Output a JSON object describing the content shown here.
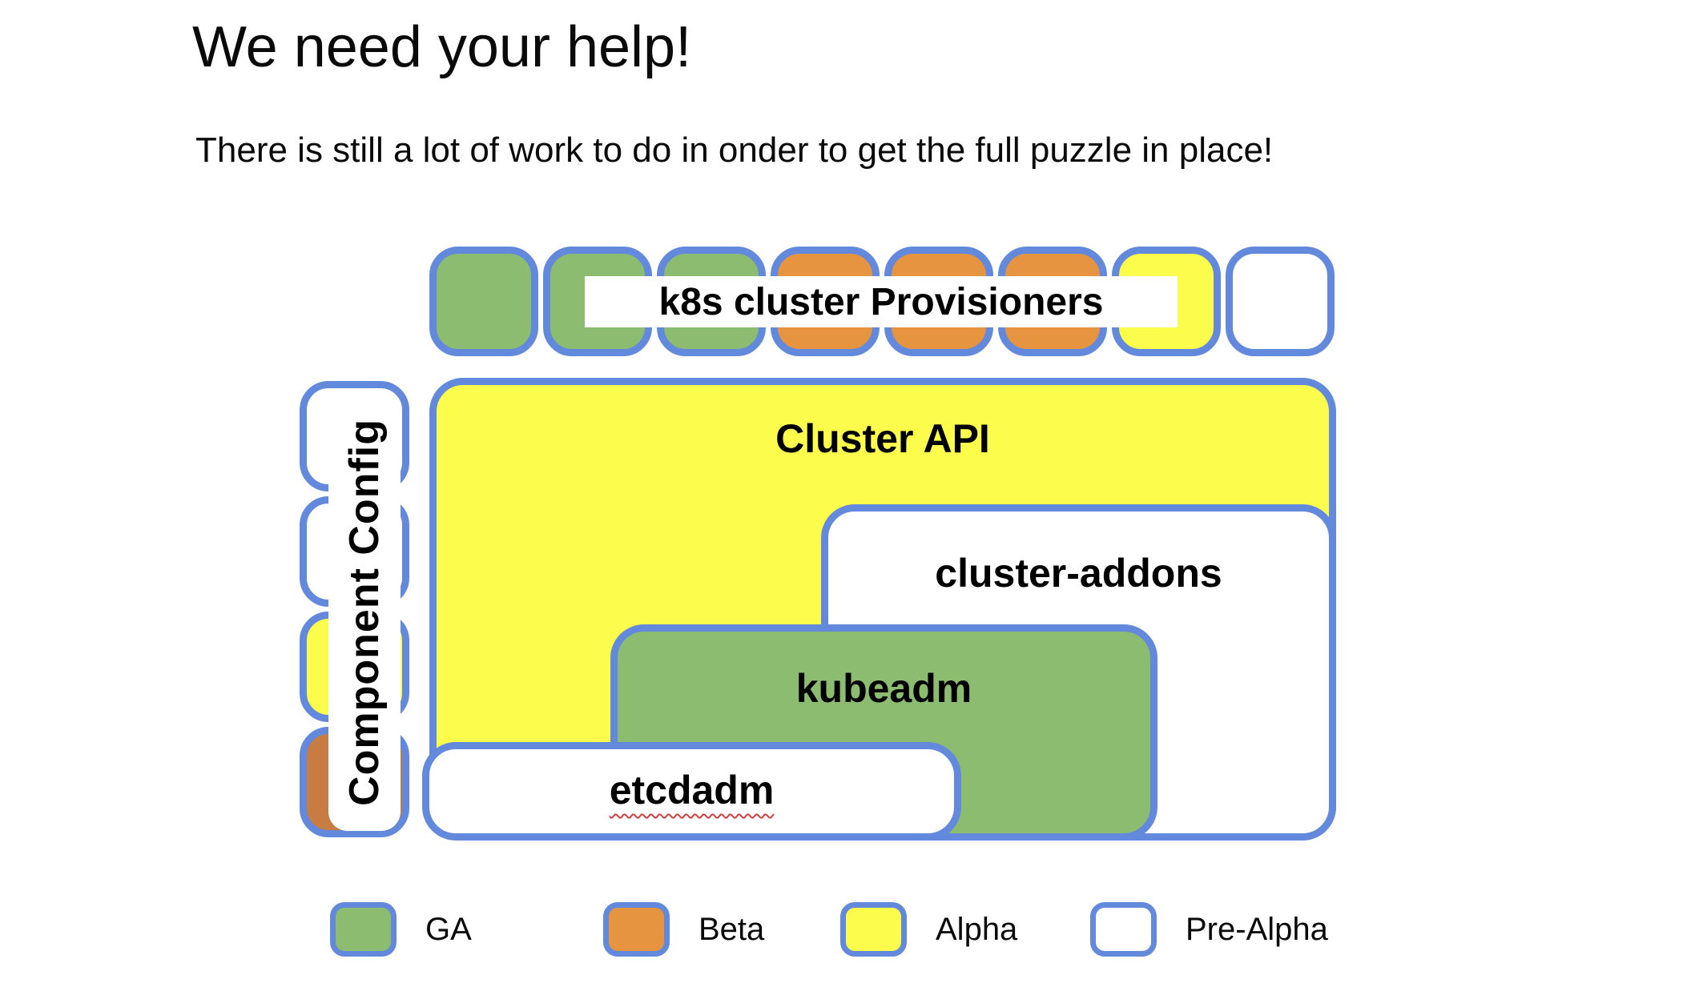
{
  "slide": {
    "title": "We need your help!",
    "subtitle": "There is still a lot of work to do in onder to get the full puzzle in place!"
  },
  "puzzle": {
    "top_row": {
      "label": "k8s cluster Provisioners",
      "pieces": [
        "ga",
        "ga",
        "ga",
        "beta",
        "beta",
        "beta",
        "alpha",
        "prealpha"
      ]
    },
    "left_column": {
      "label": "Component Config",
      "pieces": [
        "prealpha",
        "prealpha",
        "alpha",
        "beta_dark"
      ]
    },
    "boxes": {
      "cluster_api": "Cluster API",
      "cluster_addons": "cluster-addons",
      "kubeadm": "kubeadm",
      "etcdadm": "etcdadm"
    }
  },
  "legend": {
    "items": [
      {
        "key": "ga",
        "label": "GA",
        "color": "#8bbc6f"
      },
      {
        "key": "beta",
        "label": "Beta",
        "color": "#e69440"
      },
      {
        "key": "alpha",
        "label": "Alpha",
        "color": "#fcfc4d"
      },
      {
        "key": "prealpha",
        "label": "Pre-Alpha",
        "color": "#ffffff"
      }
    ]
  },
  "colors": {
    "ga_green": "#8bbc6f",
    "beta_orange": "#e69440",
    "beta_orange_dark": "#c87c41",
    "alpha_yellow": "#fcfc4d",
    "prealpha_white": "#ffffff",
    "border_blue": "#6389dc",
    "spellcheck_red": "#d24040",
    "text_black": "#0a0a0a"
  }
}
